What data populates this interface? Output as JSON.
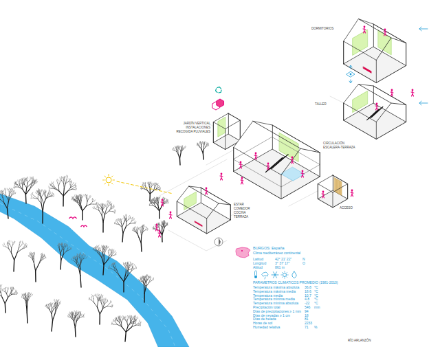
{
  "diagram": {
    "labels": [
      "DORMITORIOS",
      "TALLER",
      "JARDÍN VERTICAL",
      "INSTALACIONES",
      "RECOGIDA PLUVIALES",
      "CIRCULACIÓN",
      "ESCALERA-TERRAZA",
      "ESTAR",
      "COMEDOR",
      "COCINA",
      "TERRAZA",
      "ACCESO",
      "RÍO ARLANZÓN",
      "BURGOS: España",
      "Clima mediterráneo continental",
      "Latitud",
      "42° 21' 22''",
      "N",
      "Longitud",
      "3° 37' 17''",
      "O",
      "Altitud",
      "861 m",
      "PARAMETROS CLIMATICOS PROMEDIO (1981-2010)",
      "Temperatura máxima absoluta",
      "36.8",
      "°C",
      "Temperatura máxima media",
      "18.6",
      "°C",
      "Temperatura media",
      "10.7",
      "°C",
      "Temperatura mínima media",
      "4.8",
      "°C",
      "Temperatura mínima absoluta",
      "-22",
      "°C",
      "Precipitación total",
      "546",
      "mm",
      "Días de precipitaciones ≥ 1 mm",
      "94",
      "Días de nevadas ≥ 1 cm",
      "18",
      "Días de helada",
      "81",
      "Horas de sol",
      "2233",
      "Humedad relativa",
      "71",
      "%"
    ]
  }
}
